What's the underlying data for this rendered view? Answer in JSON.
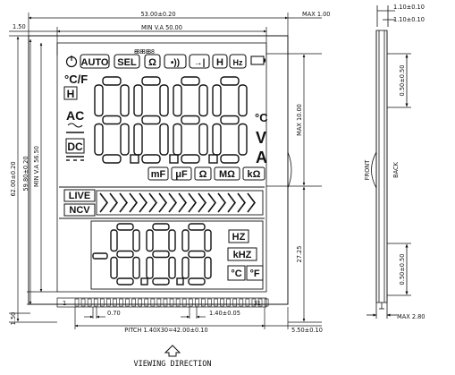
{
  "dimensions": {
    "top_outer": "53.00±0.20",
    "top_view": "MIN V.A 50.00",
    "top_max": "MAX 1.00",
    "top_left_margin": "1.50",
    "left_outer": "62.00±0.20",
    "left_mid": "59.80±0.20",
    "left_view": "MIN V.A 56.50",
    "bottom_left_margin": "1.50",
    "right_max": "MAX 10.00",
    "right_low": "27.25",
    "pin_pitch": "0.70",
    "pin_width": "1.40±0.05",
    "pitch_total": "PITCH 1.40X30=42.00±0.10",
    "bottom_right": "5.50±0.10",
    "pin_first": "1",
    "pin_last": "31"
  },
  "side_view": {
    "top_dim_1": "1.10±0.10",
    "top_dim_2": "1.10±0.10",
    "upper_dim": "0.50±0.50",
    "lower_dim": "0.50±0.50",
    "front_label": "FRONT",
    "back_label": "BACK",
    "max_bottom": "MAX 2.80"
  },
  "lcd": {
    "top_icons": [
      "AUTO",
      "SEL",
      "Ω",
      "•))",
      "→|",
      "H",
      "Hz"
    ],
    "left_indicators": [
      "°C/F",
      "H",
      "AC",
      "DC"
    ],
    "main_digits": "8.8.8.8",
    "right_units": [
      "°C",
      "V",
      "A"
    ],
    "unit_row": [
      "mF",
      "μF",
      "Ω",
      "MΩ",
      "kΩ"
    ],
    "live_label": "LIVE",
    "ncv_label": "NCV",
    "sub_digits": "-8.8.8",
    "sub_units": [
      "HZ",
      "kHZ",
      "°C",
      "°F"
    ]
  },
  "viewing_direction": "VIEWING DIRECTION"
}
